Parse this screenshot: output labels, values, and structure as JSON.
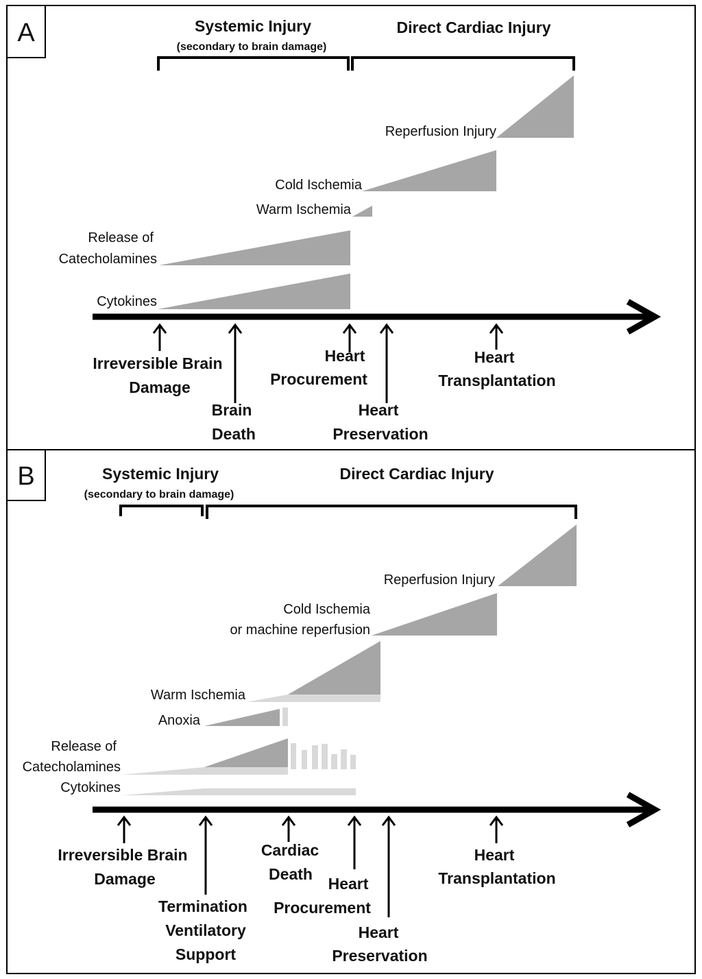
{
  "colors": {
    "dark_wedge": "#a6a6a6",
    "light_wedge": "#d9d9d9",
    "ink": "#000000",
    "background": "#ffffff"
  },
  "panel_a": {
    "label": "A",
    "systemic_header": "Systemic Injury",
    "systemic_sub": "(secondary to brain damage)",
    "cardiac_header": "Direct Cardiac Injury",
    "wedges": {
      "reperfusion": "Reperfusion Injury",
      "cold_ischemia": "Cold Ischemia",
      "warm_ischemia": "Warm Ischemia",
      "catecholamines_l1": "Release of",
      "catecholamines_l2": "Catecholamines",
      "cytokines": "Cytokines"
    },
    "events": {
      "irreversible_l1": "Irreversible Brain",
      "irreversible_l2": "Damage",
      "brain_death_l1": "Brain",
      "brain_death_l2": "Death",
      "procurement_l1": "Heart",
      "procurement_l2": "Procurement",
      "preservation_l1": "Heart",
      "preservation_l2": "Preservation",
      "transplant_l1": "Heart",
      "transplant_l2": "Transplantation"
    }
  },
  "panel_b": {
    "label": "B",
    "systemic_header": "Systemic Injury",
    "systemic_sub": "(secondary to brain damage)",
    "cardiac_header": "Direct Cardiac Injury",
    "wedges": {
      "reperfusion": "Reperfusion Injury",
      "cold_ischemia_l1": "Cold Ischemia",
      "cold_ischemia_l2": "or machine reperfusion",
      "warm_ischemia": "Warm Ischemia",
      "anoxia": "Anoxia",
      "catecholamines_l1": "Release of",
      "catecholamines_l2": "Catecholamines",
      "cytokines": "Cytokines"
    },
    "events": {
      "irreversible_l1": "Irreversible Brain",
      "irreversible_l2": "Damage",
      "termination_l1": "Termination",
      "termination_l2": "Ventilatory",
      "termination_l3": "Support",
      "cardiac_death_l1": "Cardiac",
      "cardiac_death_l2": "Death",
      "procurement_l1": "Heart",
      "procurement_l2": "Procurement",
      "preservation_l1": "Heart",
      "preservation_l2": "Preservation",
      "transplant_l1": "Heart",
      "transplant_l2": "Transplantation"
    }
  }
}
